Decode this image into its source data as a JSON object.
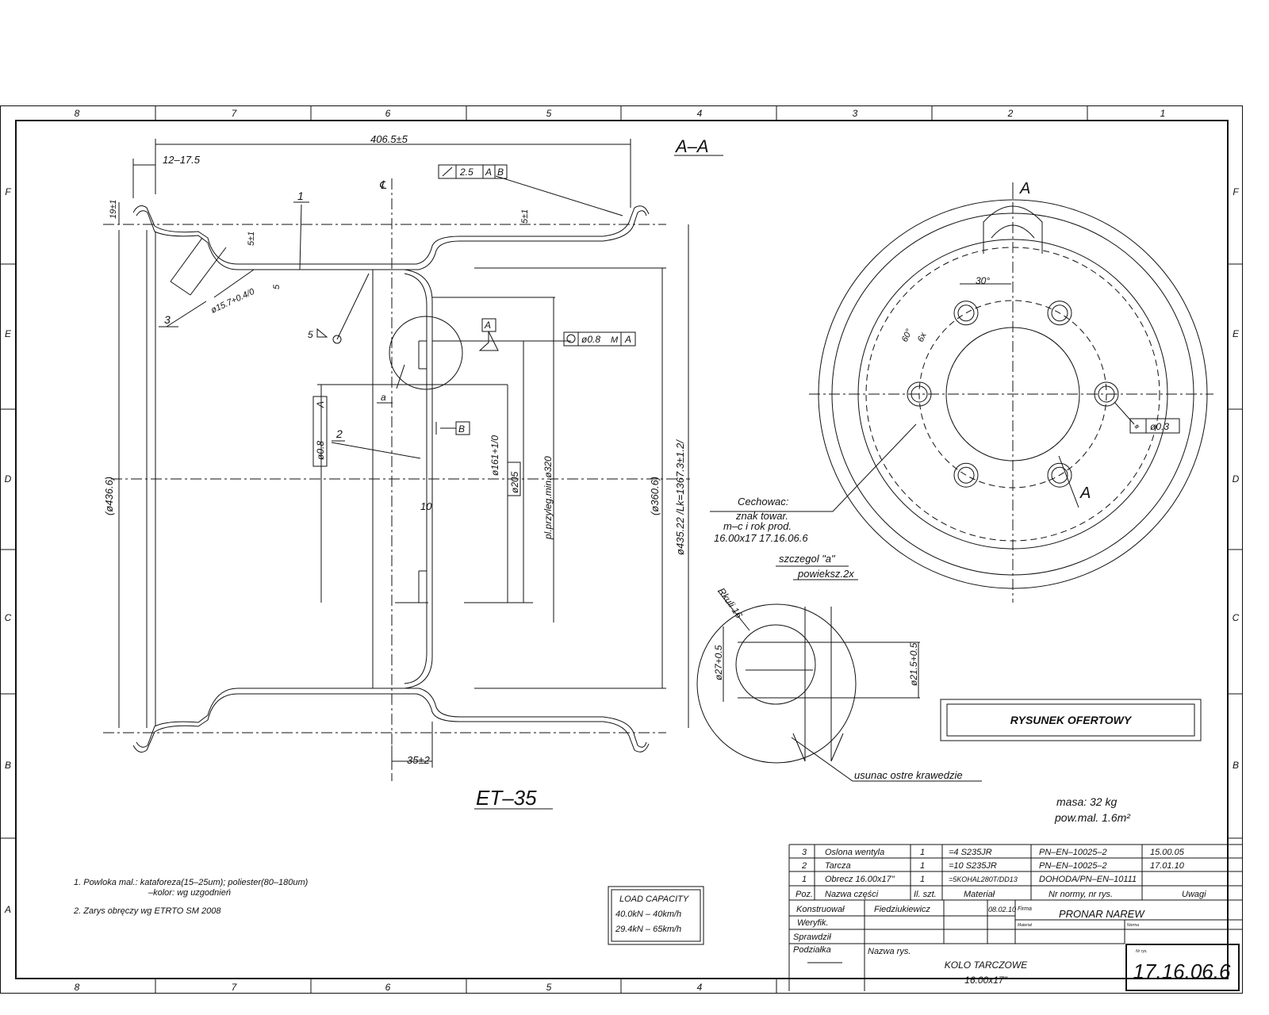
{
  "frame": {
    "columns": [
      "8",
      "7",
      "6",
      "5",
      "4",
      "3",
      "2",
      "1"
    ],
    "rows": [
      "F",
      "E",
      "D",
      "C",
      "B",
      "A"
    ]
  },
  "section_view": {
    "section_label": "A–A",
    "dims": {
      "overall_width": "406.5±5",
      "flange": "12–17.5",
      "flange_h": "19±1",
      "tol_a": "5±1",
      "tol_b": "5±1",
      "thk": "5",
      "valve_hole": "ø15.7+0.4/0",
      "weld": "5",
      "runout_value": "2.5",
      "runout_datums": [
        "A",
        "B"
      ],
      "position_tol": "ø0.8",
      "position_mod": "M",
      "position_datum": "A",
      "datum_a": "A",
      "datum_b": "B",
      "detail_ref": "a",
      "dia_outer": "(ø436.6)",
      "dia_161": "ø161+1/0",
      "dia_205": "ø205",
      "contact_face": "pl.przyleg.min.ø320",
      "dia_360": "(ø360.6)",
      "dia_435": "ø435.22 /Lk=1367.3±1.2/",
      "disc_thk": "10",
      "offset_dim": "35±2",
      "centerline": "℄",
      "leaders": [
        "1",
        "2",
        "3"
      ]
    },
    "et_label": "ET–35"
  },
  "front_view": {
    "section_mark": "A",
    "angle": "30°",
    "bolt_pitch": "60°",
    "bolt_count": "6x",
    "position_tol": "ø0.3",
    "marking_title": "Cechowac:",
    "marking_lines": [
      "znak towar.",
      "m–c i rok prod.",
      "16.00x17  17.16.06.6"
    ]
  },
  "detail": {
    "title": "szczegol \"a\"",
    "scale": "powieksz.2x",
    "radius": "Rkuli 16",
    "dia_27": "ø27+0.5",
    "dia_21": "ø21.5+0.5",
    "note": "usunac ostre krawedzie"
  },
  "stamp": "RYSUNEK OFERTOWY",
  "mass": "masa:  32 kg",
  "paint_area": "pow.mal.  1.6m²",
  "notes": [
    "1. Powloka mal.: kataforeza(15–25um); poliester(80–180um)",
    "–kolor:  wg uzgodnień",
    "2. Zarys obręczy wg ETRTO SM 2008"
  ],
  "load_capacity": {
    "title": "LOAD CAPACITY",
    "lines": [
      "40.0kN  –  40km/h",
      "29.4kN  –  65km/h"
    ]
  },
  "parts_list": {
    "headers": [
      "Poz.",
      "Nazwa części",
      "Il. szt.",
      "Materiał",
      "Nr normy, nr rys.",
      "Uwagi"
    ],
    "rows": [
      [
        "3",
        "Oslona wentyla",
        "1",
        "=4  S235JR",
        "PN–EN–10025–2",
        "15.00.05"
      ],
      [
        "2",
        "Tarcza",
        "1",
        "=10  S235JR",
        "PN–EN–10025–2",
        "17.01.10"
      ],
      [
        "1",
        "Obrecz 16.00x17\"",
        "1",
        "=5KOHAL280T/DD13",
        "DOHODA/PN–EN–10111",
        ""
      ]
    ]
  },
  "title_block": {
    "designed_label": "Konstruował",
    "designer": "Fiedziukiewicz",
    "date": "08.02.10",
    "verified_label": "Weryfik.",
    "checked_label": "Sprawdził",
    "firm_label": "Firma",
    "firm": "PRONAR NAREW",
    "material_label": "Materiał",
    "norm_label": "Norma",
    "scale_label": "Podziałka",
    "drawing_name_label": "Nazwa rys.",
    "drawing_name": "KOLO TARCZOWE",
    "drawing_size": "16.00x17\"",
    "drawing_no_label": "Nr rys.",
    "drawing_no": "17.16.06.6"
  }
}
